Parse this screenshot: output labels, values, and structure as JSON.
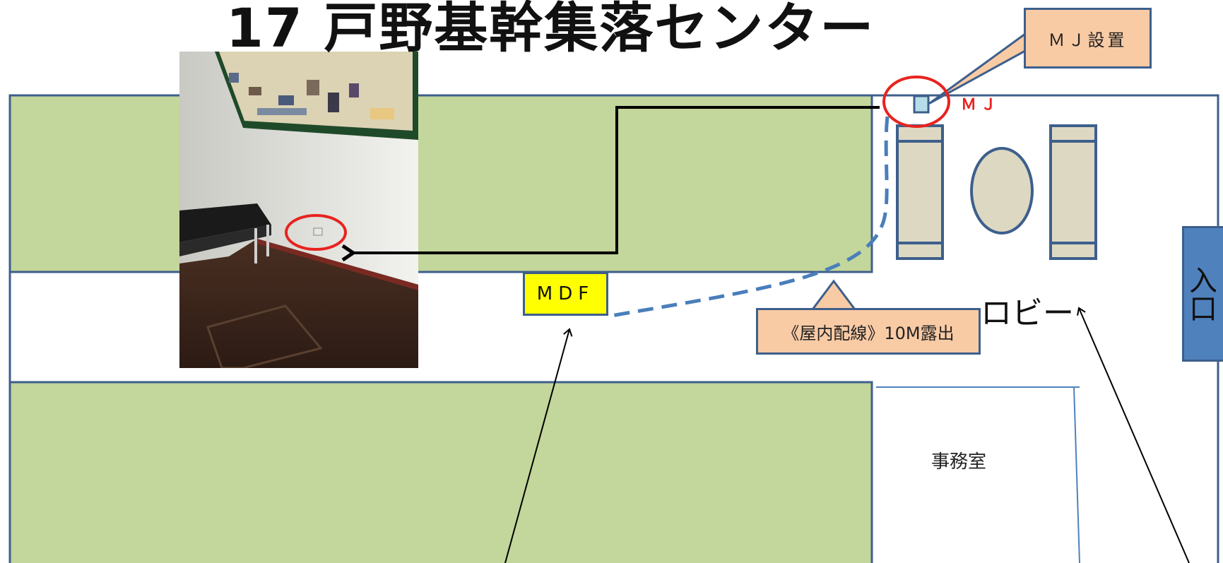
{
  "title": "17  戸野基幹集落センター",
  "callouts": {
    "mj_install": "ＭＪ設置",
    "wiring": "《屋内配線》10M露出"
  },
  "labels": {
    "mdf": "MDF",
    "mj": "ＭＪ",
    "lobby": "ロビー",
    "office": "事務室",
    "entrance": "入口"
  },
  "colors": {
    "room_fill": "#c3d69b",
    "outline": "#3d5f8c",
    "mdf_fill": "#ffff00",
    "callout_fill": "#f9cba5",
    "highlight_circle": "#e8231f",
    "dashed_wiring": "#4a7ebb",
    "entrance_fill": "#4f81bd",
    "furniture_fill": "#ddd8c2"
  }
}
